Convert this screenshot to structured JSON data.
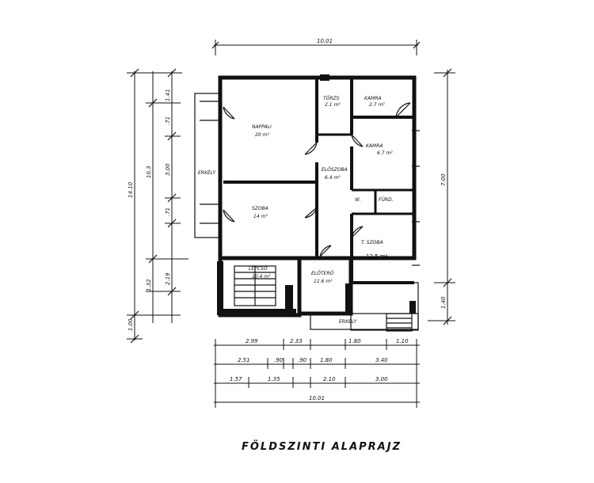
{
  "plan": {
    "title": "FÖLDSZINTI ALAPRAJZ",
    "rooms": {
      "nappali_name": "NAPPALI",
      "nappali_area": "20 m²",
      "szoba_name": "SZOBA",
      "szoba_area": "14 m²",
      "torzs_name": "TÖRZS",
      "torzs_area": "2.1 m²",
      "kamra1_name": "KAMRA",
      "kamra1_area": "2.7 m²",
      "kamra2_name": "KAMRA",
      "kamra2_area": "6.7 m²",
      "eloszoba_name": "ELŐSZOBA",
      "eloszoba_area": "6.4 m²",
      "wc_name": "W.",
      "wc2_name": "FÜRD.",
      "tszoba_name": "T. SZOBA",
      "tszoba_area": "12,5 m²",
      "lepcso_name": "LÉPCSŐ",
      "lepcso_area": "10.4 m²",
      "eloterem_name": "ELŐTERŐ",
      "eloterem_area": "11.6 m²",
      "erkely_left": "ERKÉLY",
      "erkely_bottom": "ERKÉLY"
    },
    "dims": {
      "top_total": "10.01",
      "bottom_total": "10.01",
      "row1": [
        "2.99",
        "2.33",
        "1.80",
        "1.10"
      ],
      "row2": [
        "2.51",
        ".90",
        ".90",
        "1.80",
        "3.40"
      ],
      "row3": [
        "1.57",
        "1.35",
        "2.10",
        "3.00"
      ],
      "left_outer": "14.10",
      "left_mid": "10.3",
      "left_a": [
        "1.41",
        ".71",
        "3.00",
        ".71",
        "1.32",
        "2.19",
        "1.00"
      ],
      "right": [
        "7.00",
        "1.40"
      ]
    }
  }
}
